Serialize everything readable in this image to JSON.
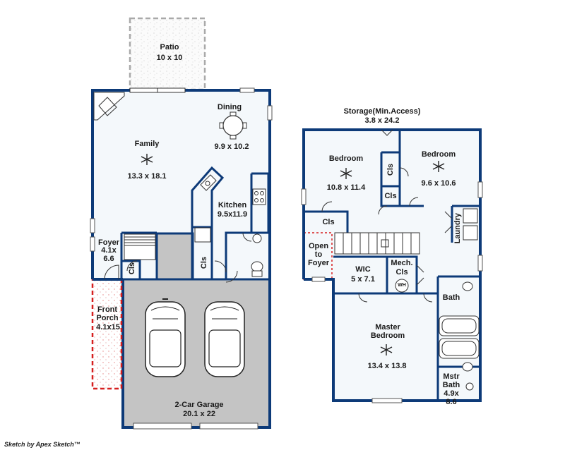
{
  "rooms": {
    "patio": {
      "name": "Patio",
      "dims": "10 x 10"
    },
    "dining": {
      "name": "Dining",
      "dims": "9.9 x 10.2"
    },
    "family": {
      "name": "Family",
      "dims": "13.3 x 18.1"
    },
    "kitchen": {
      "name": "Kitchen",
      "dims": "9.5x11.9"
    },
    "foyer": {
      "name": "Foyer",
      "dims_1": "4.1x",
      "dims_2": "6.6"
    },
    "cls_foyer": "Cls",
    "cls_kitchen": "Cls",
    "front_porch": {
      "name_1": "Front",
      "name_2": "Porch",
      "dims": "4.1x15"
    },
    "garage": {
      "name": "2-Car Garage",
      "dims": "20.1 x 22"
    },
    "storage": {
      "name": "Storage(Min.Access)",
      "dims": "3.8 x 24.2"
    },
    "bedroom_left": {
      "name": "Bedroom",
      "dims": "10.8 x 11.4"
    },
    "bedroom_right": {
      "name": "Bedroom",
      "dims": "9.6 x 10.6"
    },
    "cls_bed_1": "Cls",
    "cls_bed_2": "Cls",
    "cls_hall": "Cls",
    "laundry": "Laundry",
    "open_to_foyer": {
      "line_1": "Open",
      "line_2": "to",
      "line_3": "Foyer"
    },
    "wic": {
      "name": "WIC",
      "dims": "5 x 7.1"
    },
    "mech_cls": {
      "name_1": "Mech.",
      "name_2": "Cls"
    },
    "water_heater": "WH",
    "bath": "Bath",
    "master": {
      "name_1": "Master",
      "name_2": "Bedroom",
      "dims": "13.4 x 13.8"
    },
    "mstr_bath": {
      "name_1": "Mstr",
      "name_2": "Bath",
      "dims_1": "4.9x",
      "dims_2": "8.6"
    }
  },
  "credit": "Sketch by Apex Sketch™",
  "colors": {
    "wall": "#0d3a78",
    "floor": "#f4f8fb",
    "garage": "#c4c4c4",
    "porch_outline": "#d61f1f",
    "patio_outline": "#a9a9a9"
  },
  "icons": [
    "ceiling-fan-icon",
    "dining-table-icon",
    "car-icon",
    "stairs-icon",
    "water-heater-icon",
    "bathtub-icon",
    "toilet-icon",
    "sink-icon",
    "stove-icon"
  ]
}
